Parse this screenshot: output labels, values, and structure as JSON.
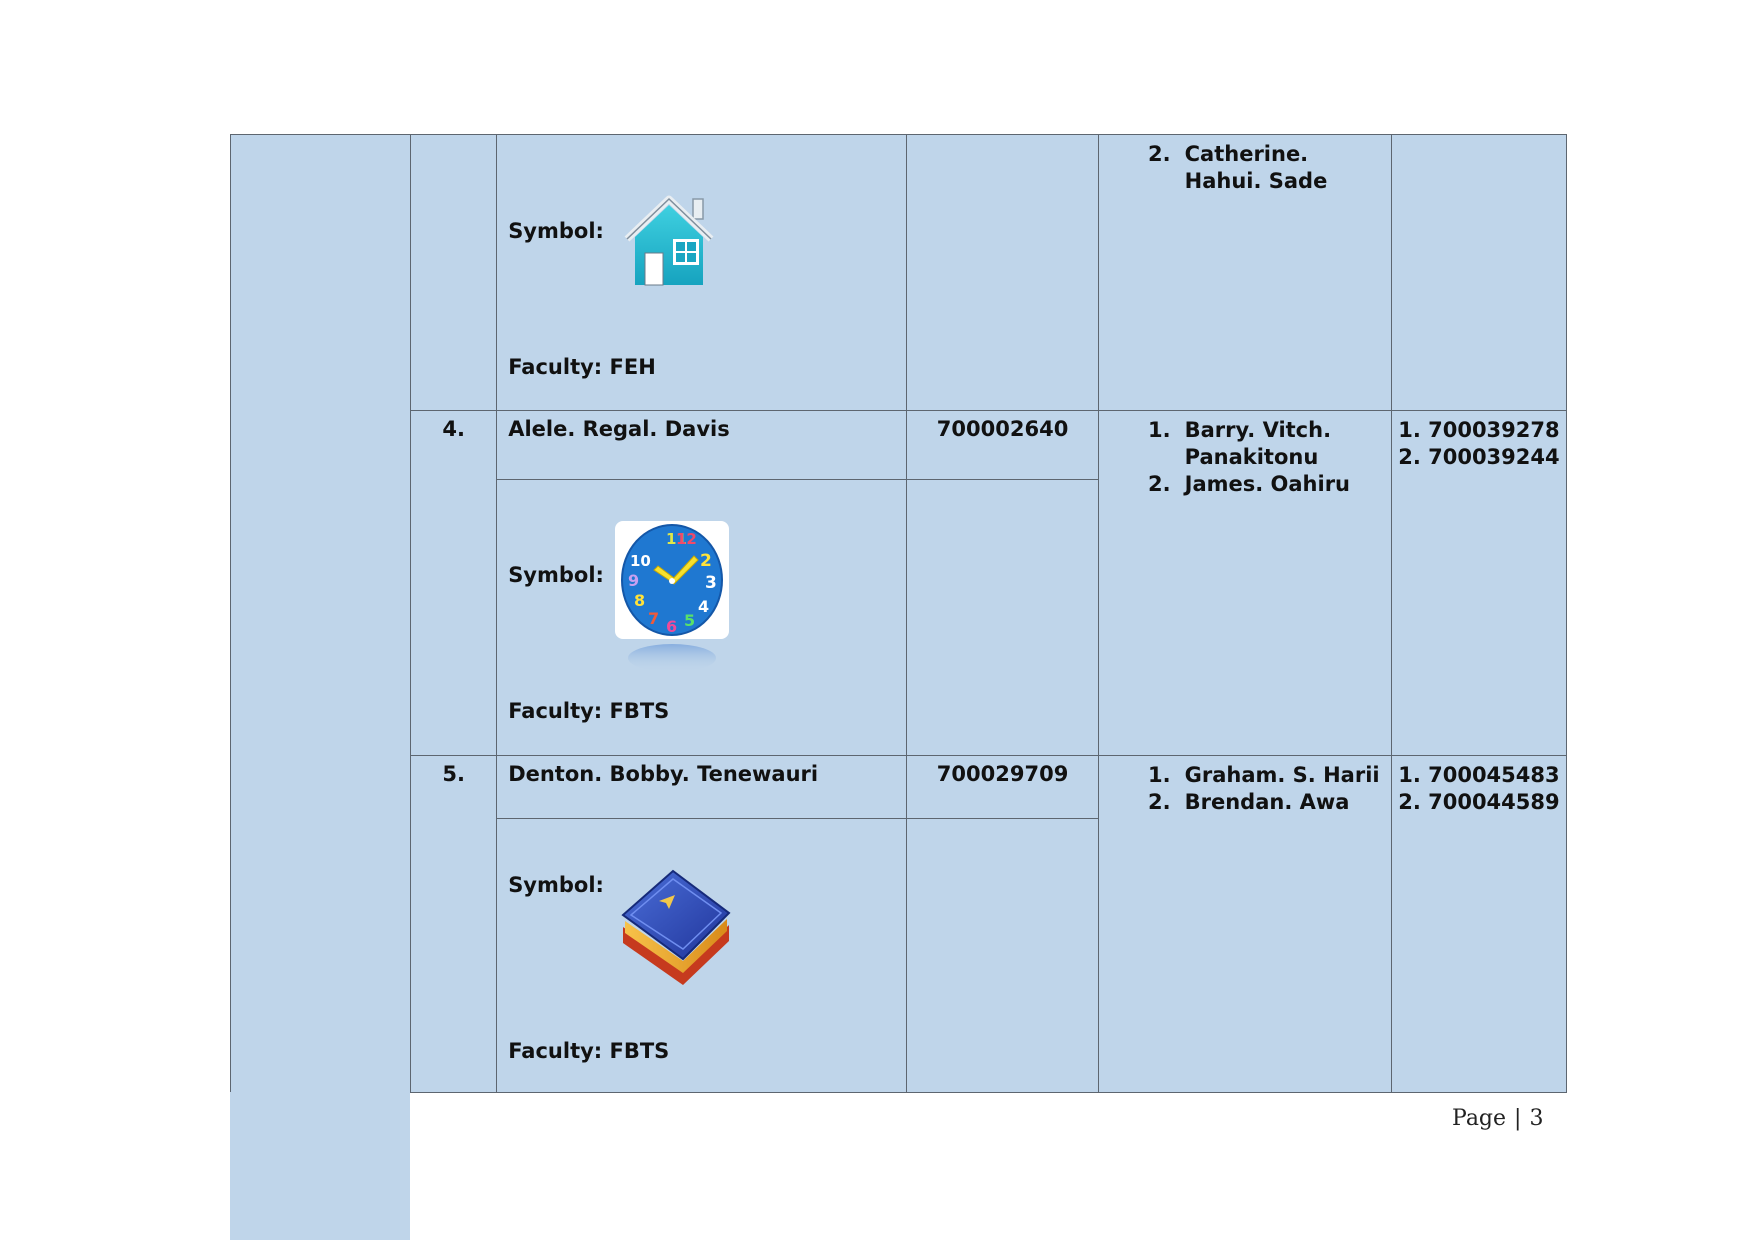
{
  "continued_row": {
    "symbol_label": "Symbol:",
    "symbol_icon": "house-icon",
    "faculty": "Faculty: FEH",
    "supervisors": [
      {
        "n": "2.",
        "name": "Catherine. Hahui. Sade"
      }
    ]
  },
  "rows": [
    {
      "number": "4.",
      "name": "Alele. Regal. Davis",
      "id": "700002640",
      "symbol_label": "Symbol:",
      "symbol_icon": "clock-icon",
      "faculty": "Faculty: FBTS",
      "supervisors": [
        {
          "n": "1.",
          "name": "Barry. Vitch. Panakitonu"
        },
        {
          "n": "2.",
          "name": "James. Oahiru"
        }
      ],
      "supervisor_ids": [
        "1. 700039278",
        "2. 700039244"
      ]
    },
    {
      "number": "5.",
      "name": "Denton. Bobby. Tenewauri",
      "id": "700029709",
      "symbol_label": "Symbol:",
      "symbol_icon": "book-icon",
      "faculty": "Faculty: FBTS",
      "supervisors": [
        {
          "n": "1.",
          "name": "Graham. S. Harii"
        },
        {
          "n": "2.",
          "name": "Brendan. Awa"
        }
      ],
      "supervisor_ids": [
        "1. 700045483",
        "2. 700044589"
      ]
    }
  ],
  "footer": {
    "page_label": "Page",
    "separator": "|",
    "page_number": "3"
  },
  "colors": {
    "cell_fill": "#bfd5ea",
    "border": "#5d6670"
  }
}
